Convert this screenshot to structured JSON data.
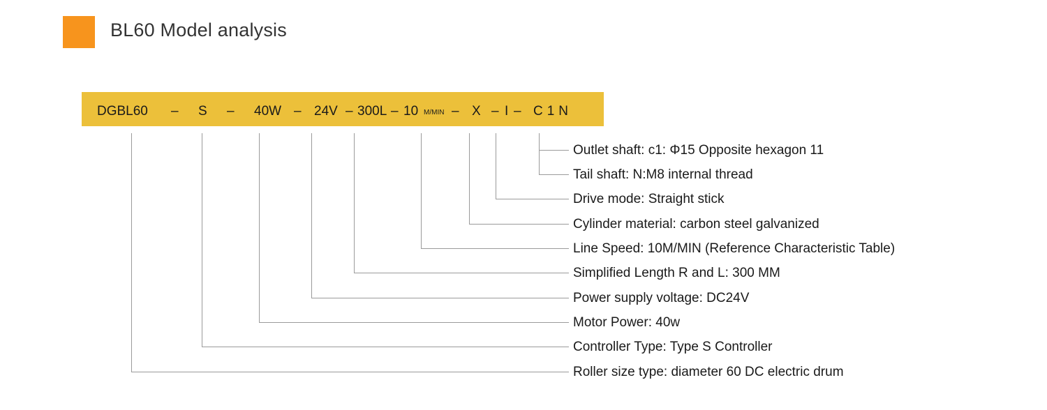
{
  "title": "BL60 Model analysis",
  "code_segments": [
    {
      "id": "prefix",
      "text": "DGBL60"
    },
    {
      "id": "dash1",
      "text": "–"
    },
    {
      "id": "controller",
      "text": "S"
    },
    {
      "id": "dash2",
      "text": "–"
    },
    {
      "id": "power",
      "text": "40W"
    },
    {
      "id": "dash3",
      "text": "–"
    },
    {
      "id": "voltage",
      "text": "24V"
    },
    {
      "id": "dash4",
      "text": "–"
    },
    {
      "id": "length",
      "text": "300L"
    },
    {
      "id": "dash5",
      "text": "–"
    },
    {
      "id": "speed",
      "text": "10"
    },
    {
      "id": "speed_unit",
      "text": "M/MIN"
    },
    {
      "id": "dash6",
      "text": "–"
    },
    {
      "id": "material",
      "text": "X"
    },
    {
      "id": "dash7",
      "text": "–"
    },
    {
      "id": "drive",
      "text": "I"
    },
    {
      "id": "dash8",
      "text": "–"
    },
    {
      "id": "shaft",
      "text": "C1N"
    }
  ],
  "labels": [
    "Outlet shaft: c1: Φ15 Opposite hexagon 11",
    "Tail shaft: N:M8 internal thread",
    "Drive mode: Straight stick",
    "Cylinder material: carbon steel galvanized",
    "Line Speed: 10M/MIN (Reference Characteristic Table)",
    "Simplified Length R and L: 300 MM",
    "Power supply voltage:  DC24V",
    "Motor Power: 40w",
    "Controller Type: Type S Controller",
    "Roller size type: diameter 60 DC electric drum"
  ],
  "colors": {
    "accent_square": "#f7941d",
    "code_bar": "#ecc03a",
    "leader_line": "#9a9a9a"
  }
}
